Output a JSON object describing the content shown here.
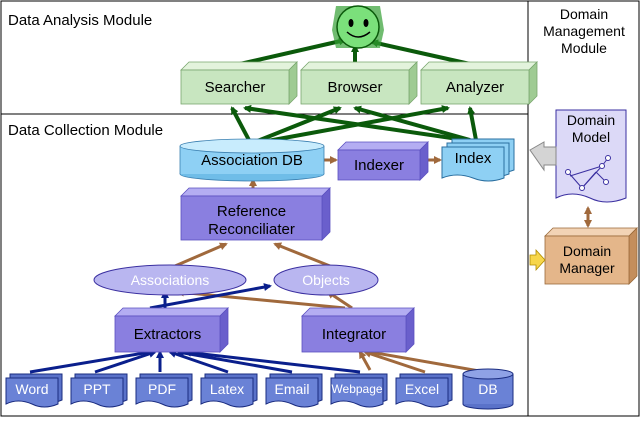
{
  "regions": {
    "analysis": "Data Analysis Module",
    "collection": "Data Collection Module",
    "domain_mgmt": [
      "Domain",
      "Management",
      "Module"
    ]
  },
  "analysis": {
    "searcher": "Searcher",
    "browser": "Browser",
    "analyzer": "Analyzer"
  },
  "collection": {
    "association_db": "Association DB",
    "indexer": "Indexer",
    "index": "Index",
    "reconciler": [
      "Reference",
      "Reconciliater"
    ],
    "associations": "Associations",
    "objects": "Objects",
    "extractors": "Extractors",
    "integrator": "Integrator",
    "sources": [
      "Word",
      "PPT",
      "PDF",
      "Latex",
      "Email",
      "Webpage",
      "Excel",
      "DB"
    ]
  },
  "domain": {
    "model": [
      "Domain",
      "Model"
    ],
    "manager": [
      "Domain",
      "Manager"
    ]
  },
  "colors": {
    "green_box": "#c8e6c0",
    "purple_box": "#8a7fe0",
    "blue_cyl": "#8ed0f4",
    "oval": "#b9b6f0",
    "manager": "#e4b68a",
    "smiley": "#7be07b",
    "arrow_dark_green": "#0b5a0b",
    "arrow_brown": "#a0693c",
    "arrow_navy": "#0a1f8c"
  }
}
